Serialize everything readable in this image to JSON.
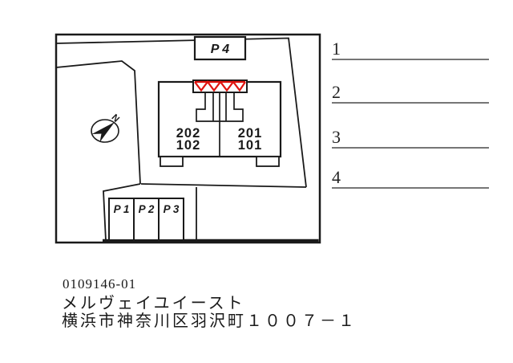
{
  "diagram": {
    "p4_label": "P 4",
    "compass_label": "N",
    "building": {
      "left_rooms": [
        "202",
        "102"
      ],
      "right_rooms": [
        "201",
        "101"
      ]
    },
    "parking_labels": [
      "P 1",
      "P 2",
      "P 3"
    ]
  },
  "legend": {
    "items": [
      {
        "number": "1"
      },
      {
        "number": "2"
      },
      {
        "number": "3"
      },
      {
        "number": "4"
      }
    ]
  },
  "footer": {
    "code": "0109146-01",
    "property_name": "メルヴェイユイースト",
    "address": "横浜市神奈川区羽沢町１００７－１"
  },
  "colors": {
    "line": "#1a1a1a",
    "accent_red": "#e0140f",
    "legend_line": "#767676"
  }
}
